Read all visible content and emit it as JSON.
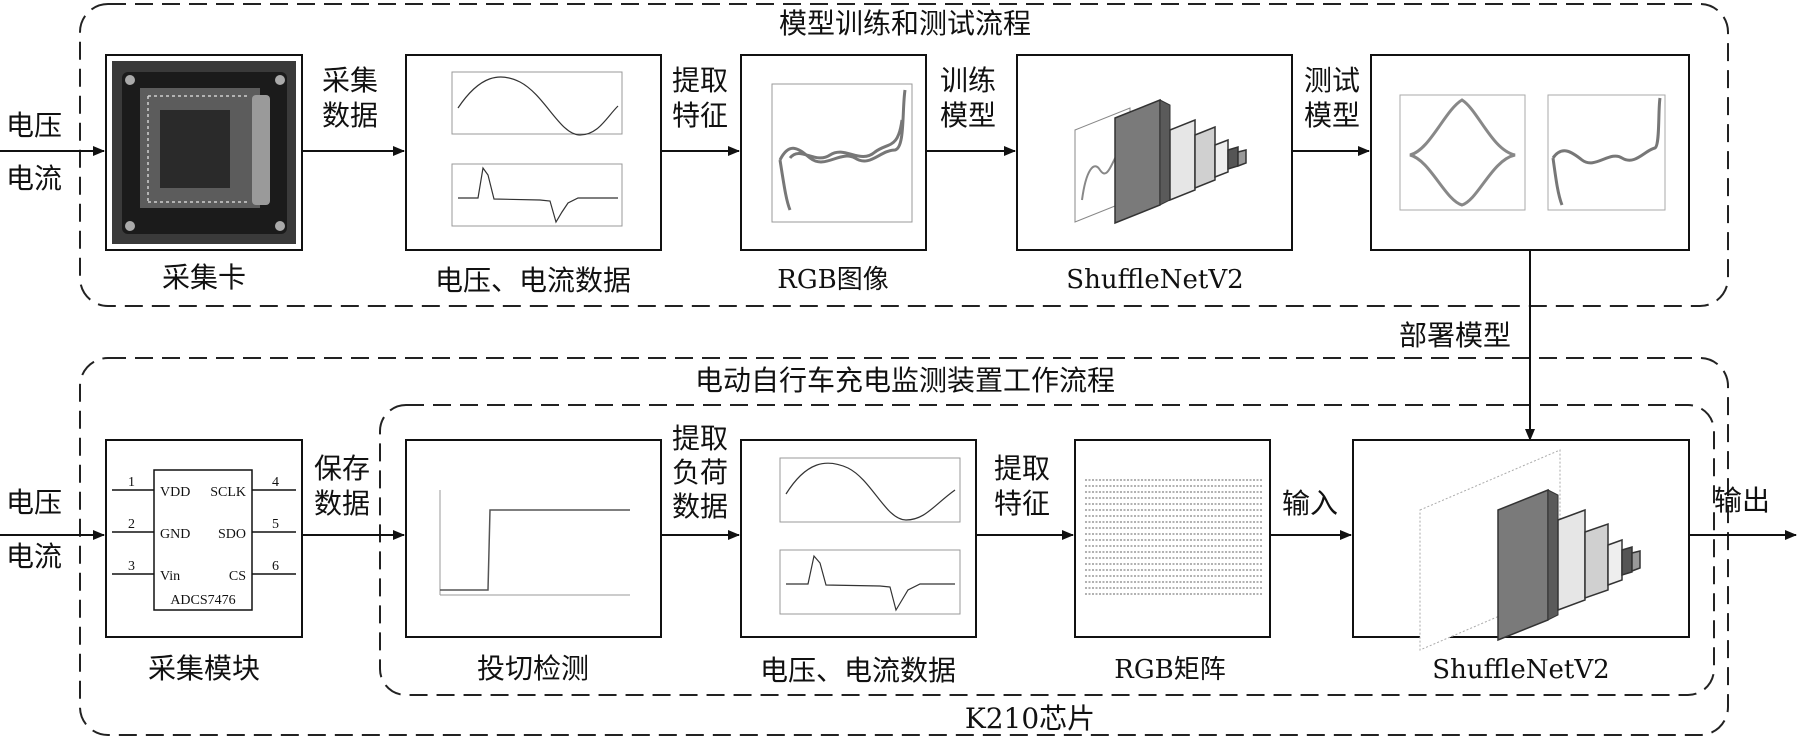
{
  "sections": {
    "training_title": "模型训练和测试流程",
    "device_title": "电动自行车充电监测装置工作流程",
    "chip_label": "K210芯片",
    "deploy_label": "部署模型"
  },
  "top": {
    "inputs": [
      "电压",
      "电流"
    ],
    "nodes": [
      {
        "label": "采集卡"
      },
      {
        "label": "电压、电流数据"
      },
      {
        "label": "RGB图像"
      },
      {
        "label": "ShuffleNetV2"
      }
    ],
    "arrows": [
      {
        "lines": [
          "采集",
          "数据"
        ]
      },
      {
        "lines": [
          "提取",
          "特征"
        ]
      },
      {
        "lines": [
          "训练",
          "模型"
        ]
      },
      {
        "lines": [
          "测试",
          "模型"
        ]
      }
    ]
  },
  "bottom": {
    "inputs": [
      "电压",
      "电流"
    ],
    "output": "输出",
    "nodes": [
      {
        "label": "采集模块"
      },
      {
        "label": "投切检测"
      },
      {
        "label": "电压、电流数据"
      },
      {
        "label": "RGB矩阵"
      },
      {
        "label": "ShuffleNetV2"
      }
    ],
    "arrows": [
      {
        "lines": [
          "保存",
          "数据"
        ]
      },
      {
        "lines": [
          "提取",
          "负荷",
          "数据"
        ]
      },
      {
        "lines": [
          "提取",
          "特征"
        ]
      },
      {
        "lines": [
          "输入"
        ]
      }
    ],
    "chip": {
      "name": "ADCS7476",
      "left_pins": [
        {
          "num": "1",
          "name": "VDD"
        },
        {
          "num": "2",
          "name": "GND"
        },
        {
          "num": "3",
          "name": "Vin"
        }
      ],
      "right_pins": [
        {
          "num": "4",
          "name": "SCLK"
        },
        {
          "num": "5",
          "name": "SDO"
        },
        {
          "num": "6",
          "name": "CS"
        }
      ]
    }
  }
}
